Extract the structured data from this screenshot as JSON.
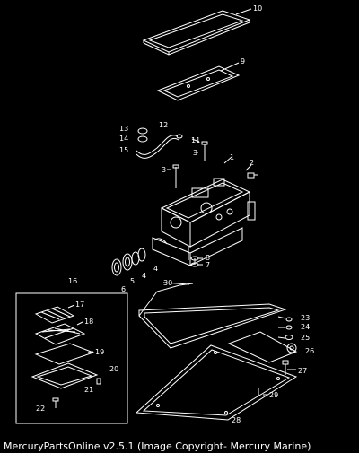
{
  "diagram": {
    "part_numbers": [
      "1",
      "2",
      "3",
      "3",
      "4",
      "4",
      "5",
      "6",
      "7",
      "8",
      "9",
      "10",
      "11",
      "12",
      "13",
      "14",
      "15",
      "16",
      "17",
      "18",
      "19",
      "20",
      "21",
      "22",
      "23",
      "24",
      "25",
      "26",
      "27",
      "28",
      "29",
      "30"
    ]
  },
  "caption": "MercuryPartsOnline v2.5.1 (Image Copyright- Mercury Marine)"
}
